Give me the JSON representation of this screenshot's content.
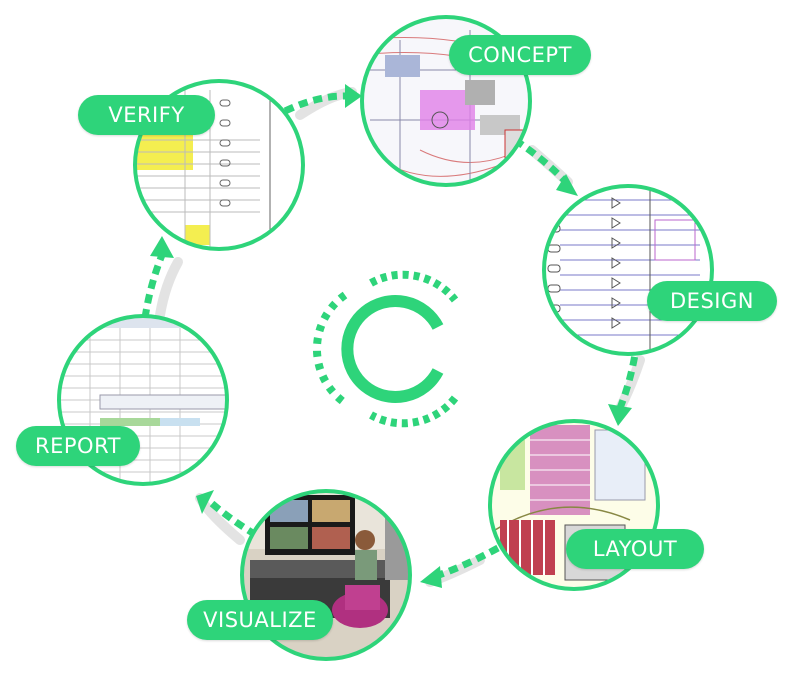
{
  "accent": "#2ed47a",
  "stages": [
    {
      "id": "concept",
      "label": "CONCEPT"
    },
    {
      "id": "design",
      "label": "DESIGN"
    },
    {
      "id": "layout",
      "label": "LAYOUT"
    },
    {
      "id": "visualize",
      "label": "VISUALIZE"
    },
    {
      "id": "report",
      "label": "REPORT"
    },
    {
      "id": "verify",
      "label": "VERIFY"
    }
  ],
  "center_logo": {
    "icon": "c-logo-icon"
  }
}
